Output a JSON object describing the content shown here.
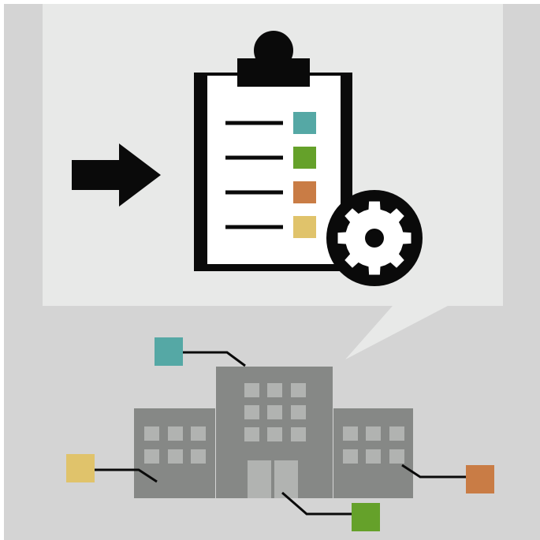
{
  "colors": {
    "frame_bg": "#d4d4d4",
    "bubble_bg": "#e8e9e8",
    "ink": "#0a0a0a",
    "paper": "#ffffff",
    "building": "#868886",
    "window": "#b1b3b1",
    "door": "#b1b3b1",
    "teal": "#55a8a5",
    "green": "#65a12a",
    "orange": "#c97c45",
    "yellow": "#e0c36b"
  },
  "icons": {
    "arrow": "right-arrow-icon",
    "clipboard": "clipboard-checklist-icon",
    "gear": "gear-icon",
    "building": "office-building-icon"
  },
  "checklist": {
    "items": [
      {
        "color": "teal"
      },
      {
        "color": "green"
      },
      {
        "color": "orange"
      },
      {
        "color": "yellow"
      }
    ]
  },
  "connectors": [
    {
      "color": "teal"
    },
    {
      "color": "yellow"
    },
    {
      "color": "green"
    },
    {
      "color": "orange"
    }
  ]
}
